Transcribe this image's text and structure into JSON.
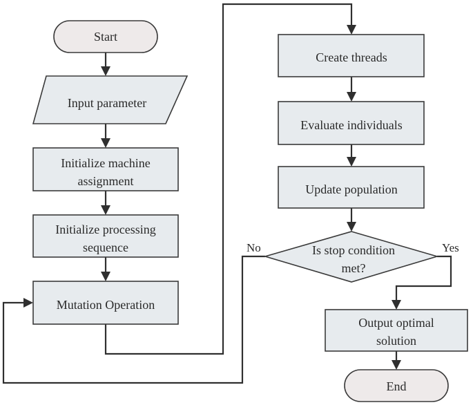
{
  "nodes": {
    "start": "Start",
    "input": "Input parameter",
    "init_machine": [
      "Initialize machine",
      "assignment"
    ],
    "init_sequence": [
      "Initialize processing",
      "sequence"
    ],
    "mutation": "Mutation Operation",
    "create_threads": "Create threads",
    "evaluate": "Evaluate individuals",
    "update": "Update population",
    "decision": [
      "Is stop condition",
      "met?"
    ],
    "output": [
      "Output optimal",
      "solution"
    ],
    "end": "End"
  },
  "edge_labels": {
    "no": "No",
    "yes": "Yes"
  },
  "colors": {
    "process_fill": "#e7ebee",
    "terminal_fill": "#eeeaea",
    "stroke": "#3a3a3a"
  }
}
